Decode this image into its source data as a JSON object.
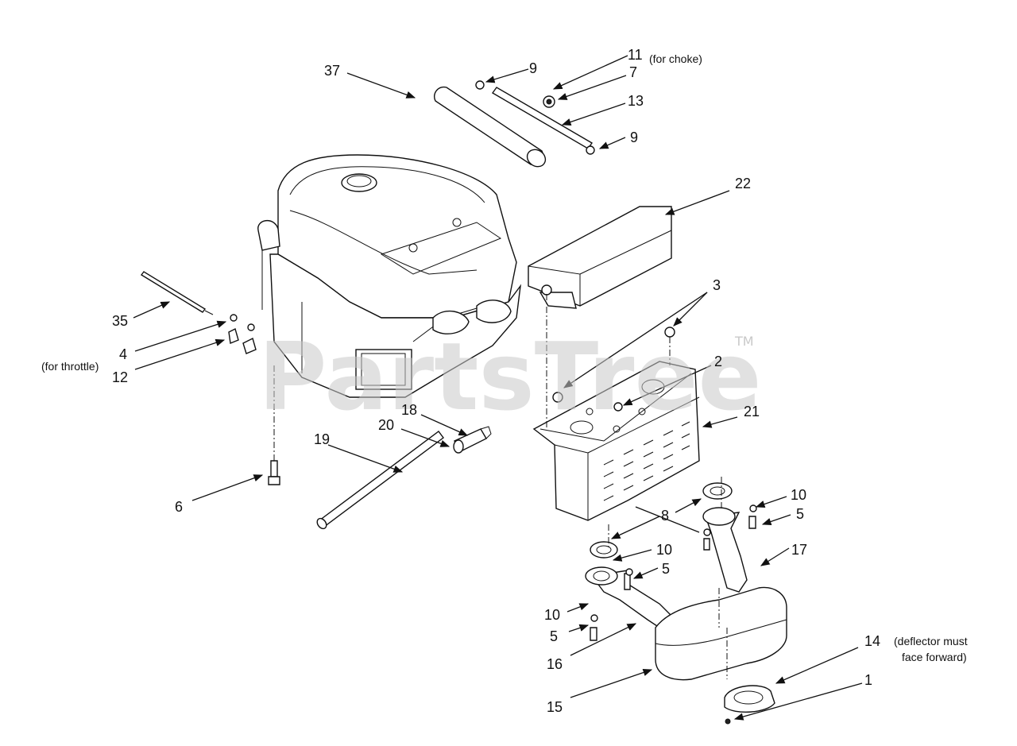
{
  "watermark": {
    "text": "PartsTree",
    "trademark": "TM"
  },
  "callouts": [
    {
      "id": "c37",
      "number": "37"
    },
    {
      "id": "c9a",
      "number": "9"
    },
    {
      "id": "c11",
      "number": "11",
      "note": "(for choke)"
    },
    {
      "id": "c7",
      "number": "7"
    },
    {
      "id": "c13",
      "number": "13"
    },
    {
      "id": "c9b",
      "number": "9"
    },
    {
      "id": "c22",
      "number": "22"
    },
    {
      "id": "c3",
      "number": "3"
    },
    {
      "id": "c35",
      "number": "35"
    },
    {
      "id": "c4",
      "number": "4"
    },
    {
      "id": "c12",
      "number": "12",
      "note": "(for throttle)"
    },
    {
      "id": "c2",
      "number": "2"
    },
    {
      "id": "c21",
      "number": "21"
    },
    {
      "id": "c18",
      "number": "18"
    },
    {
      "id": "c20",
      "number": "20"
    },
    {
      "id": "c19",
      "number": "19"
    },
    {
      "id": "c6",
      "number": "6"
    },
    {
      "id": "c10a",
      "number": "10"
    },
    {
      "id": "c5a",
      "number": "5"
    },
    {
      "id": "c8",
      "number": "8"
    },
    {
      "id": "c10b",
      "number": "10"
    },
    {
      "id": "c5b",
      "number": "5"
    },
    {
      "id": "c17",
      "number": "17"
    },
    {
      "id": "c10c",
      "number": "10"
    },
    {
      "id": "c5c",
      "number": "5"
    },
    {
      "id": "c16",
      "number": "16"
    },
    {
      "id": "c14",
      "number": "14",
      "note": [
        "(deflector must",
        "face forward)"
      ]
    },
    {
      "id": "c1",
      "number": "1"
    },
    {
      "id": "c15",
      "number": "15"
    }
  ]
}
